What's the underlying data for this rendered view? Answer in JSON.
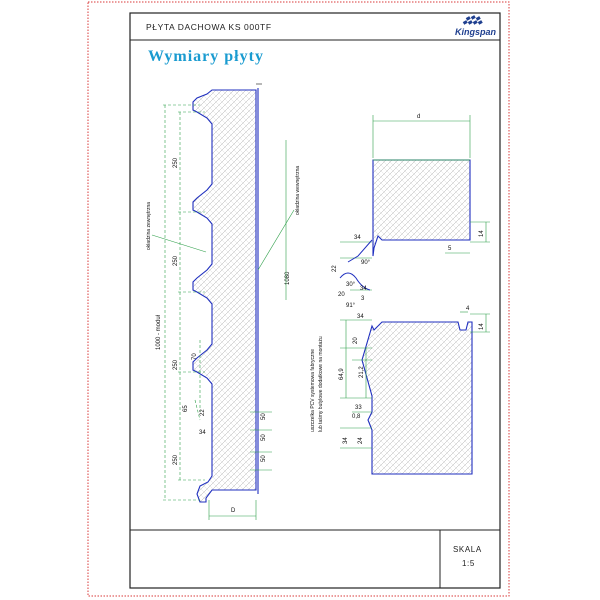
{
  "sheet": {
    "title": "PŁYTA DACHOWA KS 000TF",
    "brand": "Kingspan",
    "heading": "Wymiary płyty",
    "scale_label": "SKALA",
    "scale_value": "1:5"
  },
  "colors": {
    "border_dotted": "#d93a3a",
    "frame": "#222222",
    "heading": "#1a9bd0",
    "profile_line": "#1f2fbf",
    "dimension_line": "#2fa04a",
    "logo": "#1f3f8f"
  },
  "left_profile": {
    "labels": {
      "outer_facing": "okładzina zewnętrzna",
      "inner_facing": "okładzina wewnętrzna",
      "module": "1000 - moduł",
      "total_width": "1080",
      "bottom": "D"
    },
    "dimensions": [
      "250",
      "250",
      "250",
      "70",
      "250",
      "65",
      "22",
      "34",
      "50",
      "50",
      "50"
    ]
  },
  "right_details": {
    "labels": {
      "depth": "d",
      "note_line1": "uszczelka PCV systemowa fabryczne",
      "note_line2": "lub taśmy butylowe dodatkowe na montażu"
    },
    "dimensions": [
      "34",
      "90°",
      "22",
      "14",
      "5",
      "34",
      "20",
      "30°",
      "3",
      "91°",
      "34",
      "14",
      "4",
      "20",
      "21,2",
      "64,9",
      "33",
      "0,8",
      "34",
      "24"
    ]
  }
}
